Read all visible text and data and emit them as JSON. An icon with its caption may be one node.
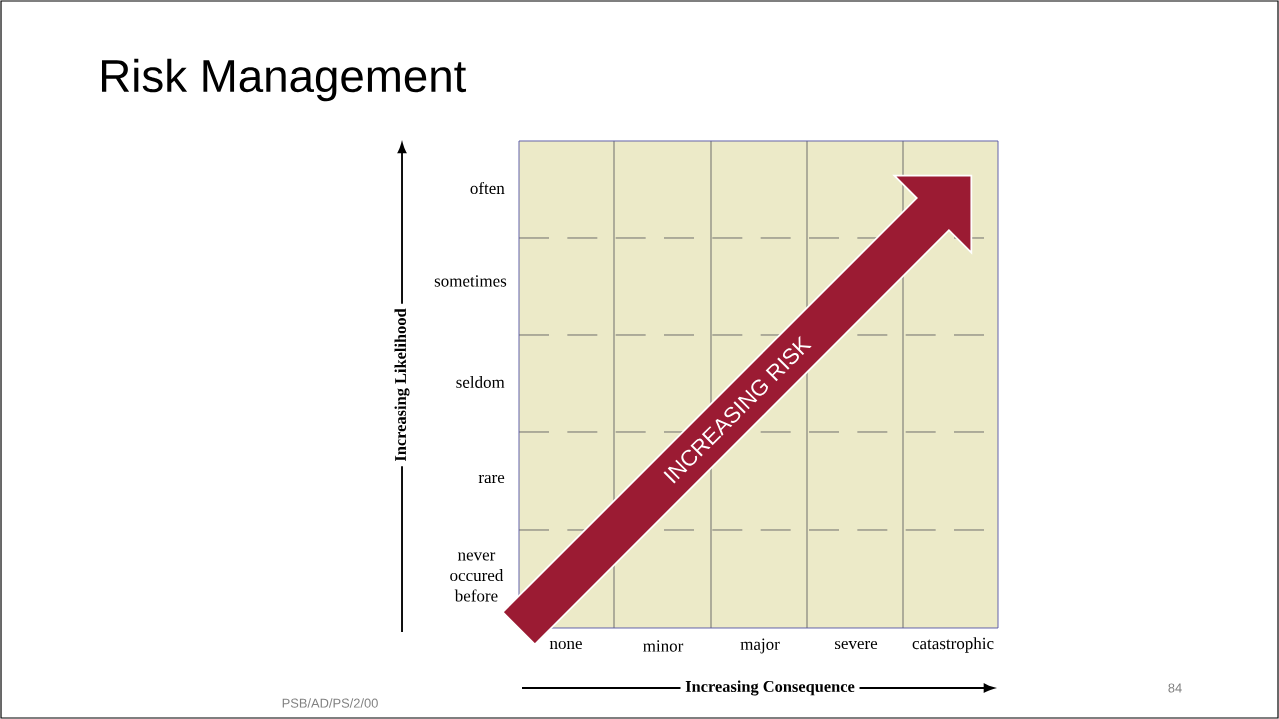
{
  "diagram": {
    "title": "Risk Management",
    "nodes": [
      {
        "text": [
          "INCREASING RISK"
        ]
      }
    ],
    "labels": [
      "often",
      "sometimes",
      "seldom",
      "rare",
      "never occured before",
      "none",
      "minor",
      "major",
      "severe",
      "catastrophic",
      "Increasing Likelihood",
      "Increasing Consequence",
      "PSB/AD/PS/2/00",
      "84"
    ]
  }
}
